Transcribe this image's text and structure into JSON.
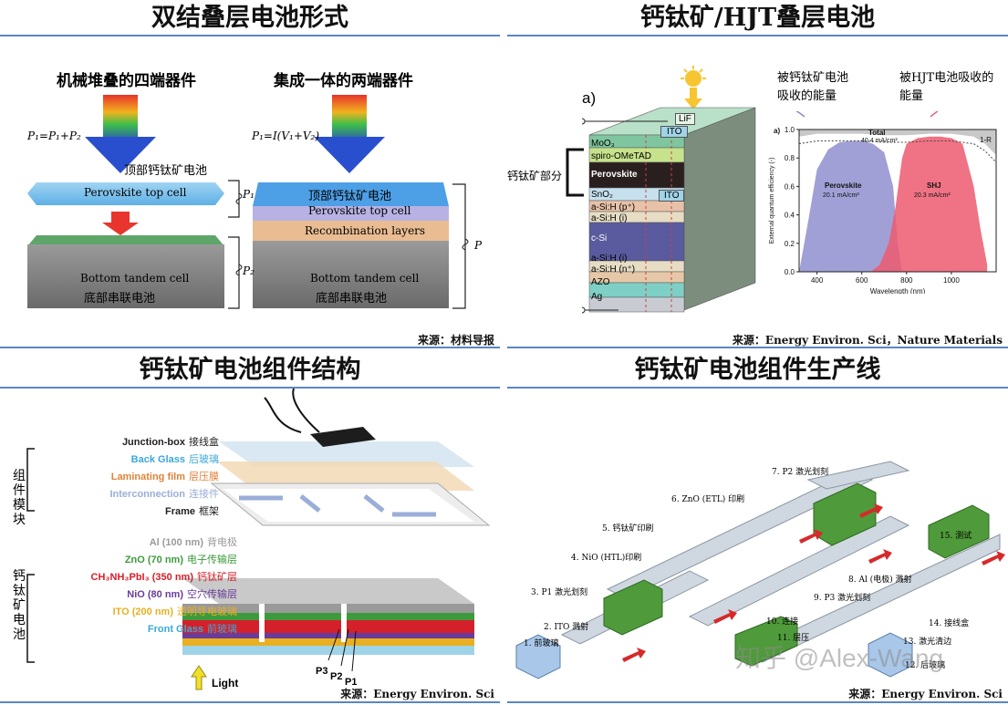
{
  "panels": {
    "tl": {
      "title": "双结叠层电池形式",
      "source": "来源：材料导报",
      "left_heading": "机械堆叠的四端器件",
      "right_heading": "集成一体的两端器件",
      "left_formula": "P₁=P₁+P₂",
      "right_formula": "P₁=I(V₁+V₂)",
      "top_cell_cn": "顶部钙钛矿电池",
      "top_cell_en": "Perovskite top cell",
      "recombination": "Recombination layers",
      "bottom_cell_en": "Bottom tandem cell",
      "bottom_cell_cn": "底部串联电池",
      "p1": "P₁",
      "p2": "P₂",
      "p": "P"
    },
    "tr": {
      "title": "钙钛矿/HJT叠层电池",
      "source": "来源：Energy Environ. Sci，Nature Materials",
      "panel_label": "a)",
      "bracket_label": "钙钛矿部分",
      "layers": [
        "LiF",
        "ITO",
        "MoO₃",
        "spiro-OMeTAD",
        "Perovskite",
        "SnO₂",
        "ITO",
        "a-Si:H (p⁺)",
        "a-Si:H (i)",
        "c-Si",
        "a-Si:H (i)",
        "a-Si:H (n⁺)",
        "AZO",
        "Ag"
      ],
      "annotation_left": "被钙钛矿电池吸收的能量",
      "annotation_right": "被HJT电池吸收的能量",
      "chart_label": "a)",
      "total_label": "Total",
      "total_value": "40.4 mA/cm²",
      "one_minus_r": "1-R",
      "perovskite_label": "Perovskite",
      "perovskite_value": "20.1 mA/cm²",
      "shj_label": "SHJ",
      "shj_value": "20.3 mA/cm²"
    },
    "bl": {
      "title": "钙钛矿电池组件结构",
      "source": "来源：Energy Environ. Sci",
      "module_label": "组件模块",
      "cell_label": "钙钛矿电池",
      "module_layers": [
        {
          "en": "Junction-box",
          "cn": "接线盒",
          "color": "#222222"
        },
        {
          "en": "Back Glass",
          "cn": "后玻璃",
          "color": "#3aa7d9"
        },
        {
          "en": "Laminating film",
          "cn": "层压膜",
          "color": "#e0823a"
        },
        {
          "en": "Interconnection",
          "cn": "连接件",
          "color": "#9aaed8"
        },
        {
          "en": "Frame",
          "cn": "框架",
          "color": "#222222"
        }
      ],
      "cell_layers": [
        {
          "en": "Al (100 nm)",
          "cn": "背电极",
          "color": "#9a9a9a"
        },
        {
          "en": "ZnO (70 nm)",
          "cn": "电子传输层",
          "color": "#3c9a3c"
        },
        {
          "en": "CH₃NH₃PbI₃ (350 nm)",
          "cn": "钙钛矿层",
          "color": "#d4202a"
        },
        {
          "en": "NiO (80 nm)",
          "cn": "空穴传输层",
          "color": "#6a3c9a"
        },
        {
          "en": "ITO (200 nm)",
          "cn": "透明导电玻璃",
          "color": "#e8b020"
        },
        {
          "en": "Front Glass",
          "cn": "前玻璃",
          "color": "#3aa7d9"
        }
      ],
      "light": "Light",
      "p3": "P3",
      "p2": "P2",
      "p1": "P1"
    },
    "br": {
      "title": "钙钛矿电池组件生产线",
      "source": "来源：Energy Environ. Sci",
      "watermark": "知乎 @Alex-Wang",
      "steps": [
        "1. 前玻璃",
        "2. ITO 溅射",
        "3. P1 激光划刻",
        "4. NiO (HTL)印刷",
        "5. 钙钛矿印刷",
        "6. ZnO (ETL) 印刷",
        "7. P2 激光划刻",
        "8. Al (电极) 溅射",
        "9. P3 激光划刻",
        "10. 连接",
        "11. 层压",
        "12. 后玻璃",
        "13. 激光清边",
        "14. 接线盒",
        "15. 测试"
      ]
    }
  },
  "chart_data": {
    "type": "area",
    "xlabel": "Wavelength (nm)",
    "ylabel": "External quantum efficiency (-)",
    "xlim": [
      320,
      1200
    ],
    "ylim": [
      0,
      1.0
    ],
    "xticks": [
      400,
      600,
      800,
      1000
    ],
    "yticks": [
      0.0,
      0.2,
      0.4,
      0.6,
      0.8,
      1.0
    ],
    "series": [
      {
        "name": "Perovskite",
        "x": [
          320,
          360,
          400,
          450,
          500,
          550,
          600,
          650,
          700,
          740,
          760,
          780
        ],
        "values": [
          0.0,
          0.35,
          0.72,
          0.86,
          0.91,
          0.92,
          0.92,
          0.9,
          0.84,
          0.6,
          0.2,
          0.0
        ]
      },
      {
        "name": "SHJ",
        "x": [
          640,
          680,
          720,
          750,
          780,
          800,
          850,
          900,
          950,
          1000,
          1050,
          1100,
          1130,
          1160
        ],
        "values": [
          0.0,
          0.05,
          0.2,
          0.45,
          0.8,
          0.9,
          0.94,
          0.95,
          0.95,
          0.94,
          0.9,
          0.6,
          0.3,
          0.05
        ]
      },
      {
        "name": "1-R",
        "x": [
          320,
          400,
          500,
          600,
          700,
          800,
          900,
          1000,
          1100,
          1150,
          1200
        ],
        "values": [
          0.95,
          0.97,
          0.97,
          0.97,
          0.96,
          0.96,
          0.97,
          0.97,
          0.95,
          0.9,
          0.82
        ]
      }
    ]
  }
}
